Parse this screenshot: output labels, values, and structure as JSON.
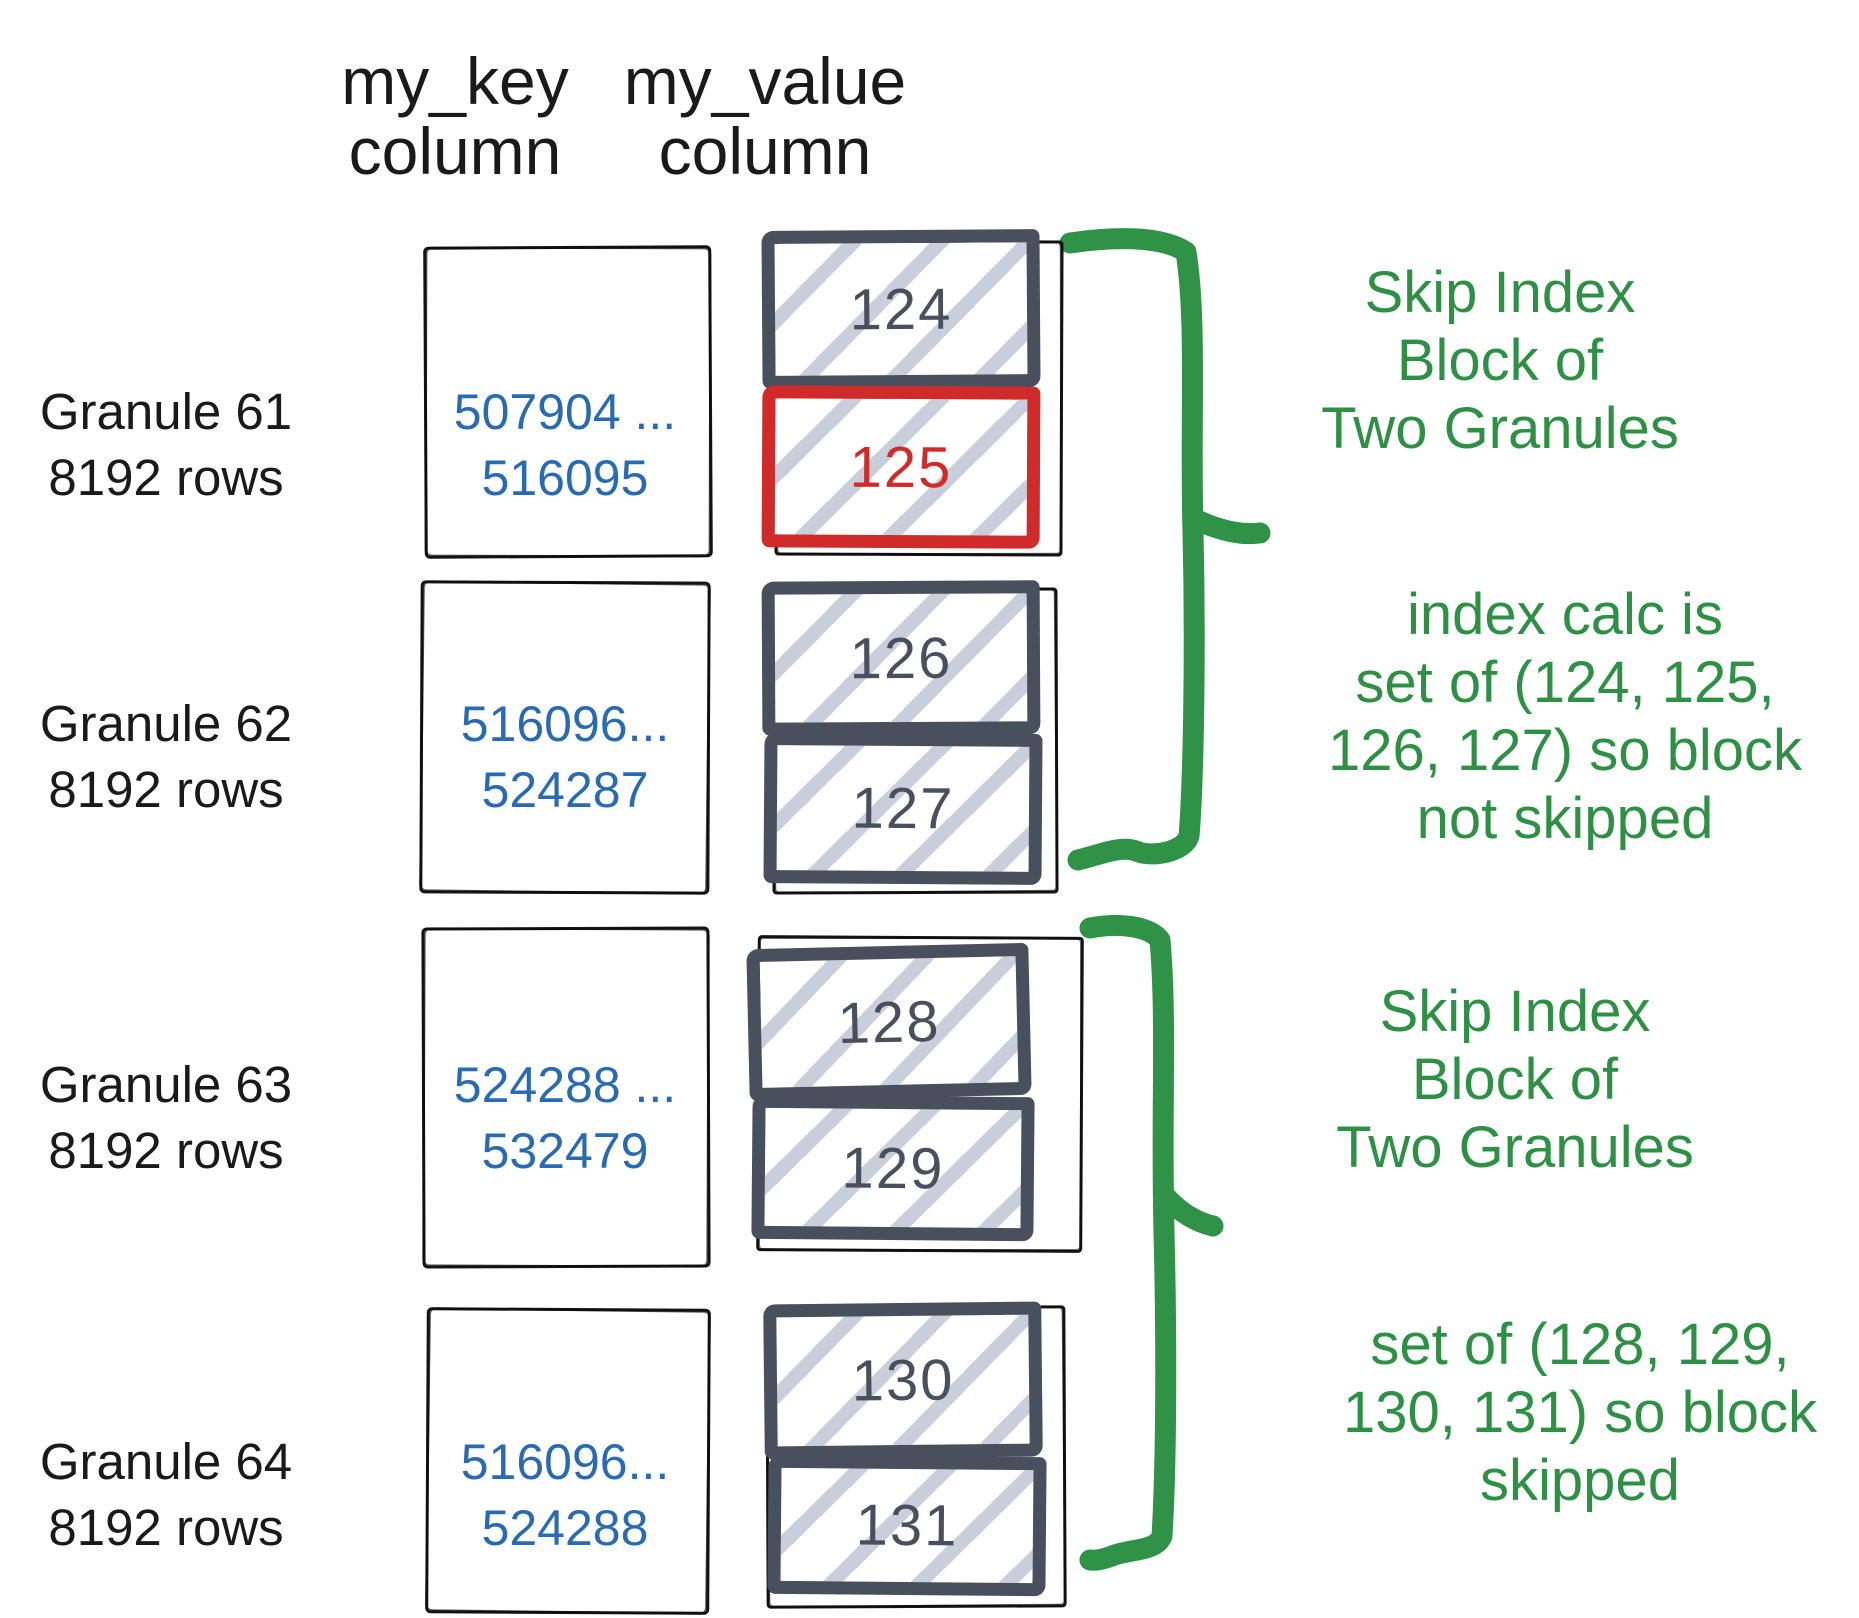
{
  "headers": {
    "key": [
      "my_key",
      "column"
    ],
    "value": [
      "my_value",
      "column"
    ]
  },
  "granules": [
    {
      "label": [
        "Granule 61",
        "8192 rows"
      ],
      "key_range": [
        "507904 ...",
        "516095"
      ],
      "blocks": [
        {
          "id": "124",
          "highlight": false
        },
        {
          "id": "125",
          "highlight": true
        }
      ]
    },
    {
      "label": [
        "Granule 62",
        "8192 rows"
      ],
      "key_range": [
        "516096...",
        "524287"
      ],
      "blocks": [
        {
          "id": "126",
          "highlight": false
        },
        {
          "id": "127",
          "highlight": false
        }
      ]
    },
    {
      "label": [
        "Granule 63",
        "8192 rows"
      ],
      "key_range": [
        "524288 ...",
        "532479"
      ],
      "blocks": [
        {
          "id": "128",
          "highlight": false
        },
        {
          "id": "129",
          "highlight": false
        }
      ]
    },
    {
      "label": [
        "Granule 64",
        "8192 rows"
      ],
      "key_range": [
        "516096...",
        "524288"
      ],
      "blocks": [
        {
          "id": "130",
          "highlight": false
        },
        {
          "id": "131",
          "highlight": false
        }
      ]
    }
  ],
  "annotations": [
    {
      "lines": [
        "Skip Index",
        "Block of",
        "Two Granules"
      ]
    },
    {
      "lines": [
        "index calc is",
        "set of (124, 125,",
        "126, 127) so block",
        "not skipped"
      ]
    },
    {
      "lines": [
        "Skip Index",
        "Block of",
        "Two Granules"
      ]
    },
    {
      "lines": [
        "set of (128, 129,",
        "130, 131) so block",
        "skipped"
      ]
    }
  ],
  "colors": {
    "annotation_green": "#2e9045",
    "bracket_green": "#2f9247",
    "highlight_red": "#d02b2b",
    "block_slate": "#47505c",
    "hatch_gray": "#c9cfda",
    "key_blue": "#2a6ab0",
    "text_black": "#1a1a1a"
  }
}
